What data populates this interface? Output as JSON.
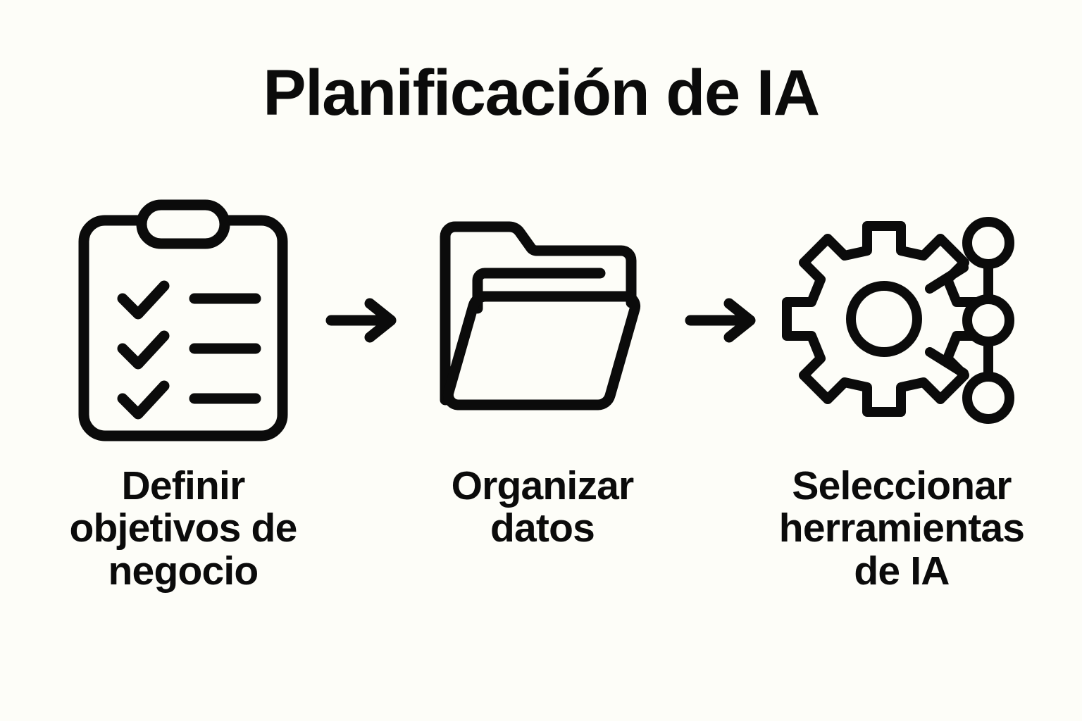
{
  "page": {
    "title": "Planificación de IA",
    "background_color": "#fdfdf8",
    "ink_color": "#0b0b0b"
  },
  "flow": {
    "steps": [
      {
        "icon": "clipboard-checklist-icon",
        "caption_lines": [
          "Definir",
          "objetivos de",
          "negocio"
        ],
        "caption_text": "Definir objetivos de negocio"
      },
      {
        "icon": "open-folder-icon",
        "caption_lines": [
          "Organizar",
          "datos"
        ],
        "caption_text": "Organizar datos"
      },
      {
        "icon": "gear-network-icon",
        "caption_lines": [
          "Seleccionar",
          "herramientas",
          "de IA"
        ],
        "caption_text": "Seleccionar herramientas de IA"
      }
    ],
    "connectors": [
      {
        "icon": "arrow-right-icon"
      },
      {
        "icon": "arrow-right-icon"
      }
    ]
  }
}
